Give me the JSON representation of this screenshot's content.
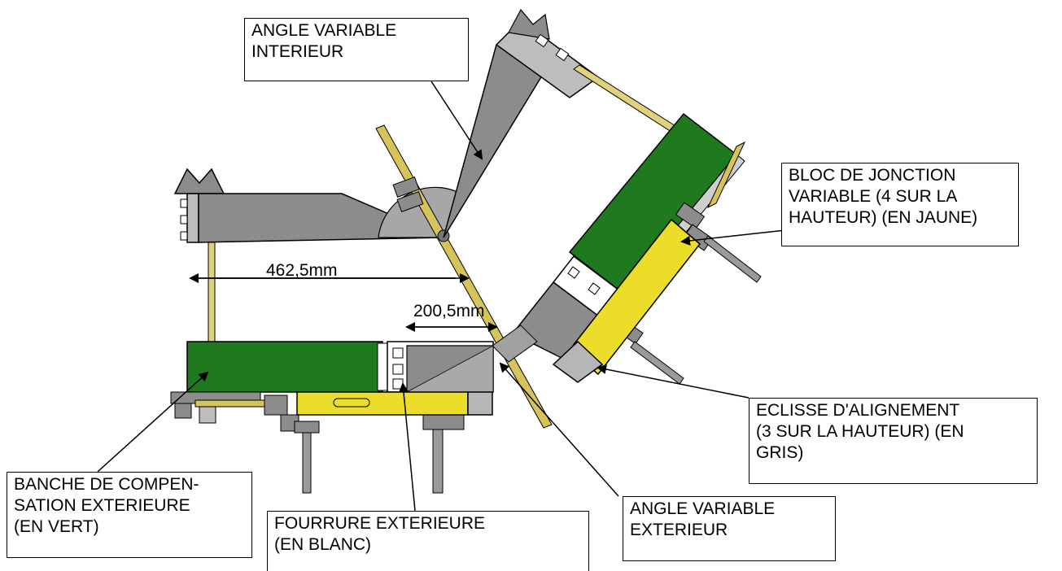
{
  "colors": {
    "panel_green": "#1f7a1f",
    "joint_yellow": "#ecdd2a",
    "splice_gray": "#b6b6b6",
    "steel_gray": "#8c8c8c",
    "rod_yellow": "#d6c45a",
    "filler_white": "#ffffff",
    "outline": "#000000"
  },
  "dimensions": {
    "outer_width": "462,5mm",
    "filler_width": "200,5mm"
  },
  "callouts": {
    "angle_interior": "ANGLE VARIABLE\nINTERIEUR",
    "junction_block": "BLOC DE JONCTION\nVARIABLE (4 SUR LA\nHAUTEUR) (EN JAUNE)",
    "alignment_splice": "ECLISSE D'ALIGNEMENT\n(3 SUR LA HAUTEUR) (EN\nGRIS)",
    "compensation_panel": "BANCHE DE COMPEN-\nSATION  EXTERIEURE\n(EN VERT)",
    "filler_exterior": "FOURRURE EXTERIEURE\n(EN BLANC)",
    "angle_exterior": "ANGLE VARIABLE\nEXTERIEUR"
  }
}
